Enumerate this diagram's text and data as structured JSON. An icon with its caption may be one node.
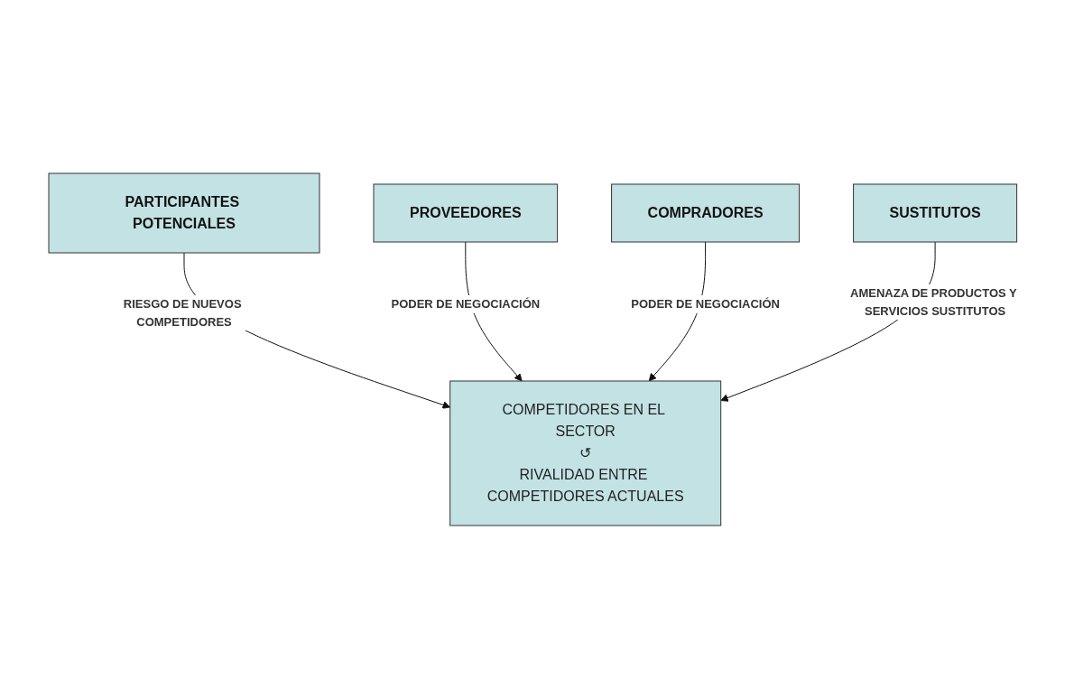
{
  "diagram": {
    "nodes": [
      {
        "text": [
          "PARTICIPANTES POTENCIALES"
        ]
      },
      {
        "text": [
          "PROVEEDORES"
        ]
      },
      {
        "text": [
          "COMPETIDORES EN EL SECTOR",
          "↺",
          "RIVALIDAD ENTRE COMPETIDORES ACTUALES"
        ]
      },
      {
        "text": [
          "COMPRADORES"
        ]
      },
      {
        "text": [
          "SUSTITUTOS"
        ]
      }
    ],
    "edges": [
      {
        "from": 0,
        "to": 2,
        "arrow": "to",
        "label": "RIESGO DE NUEVOS COMPETIDORES"
      },
      {
        "from": 1,
        "to": 2,
        "arrow": "to",
        "label": "PODER DE NEGOCIACIÓN"
      },
      {
        "from": 3,
        "to": 2,
        "arrow": "to",
        "label": "PODER DE NEGOCIACIÓN"
      },
      {
        "from": 4,
        "to": 2,
        "arrow": "to",
        "label": "AMENAZA DE PRODUCTOS Y SERVICIOS SUSTITUTOS"
      }
    ]
  }
}
